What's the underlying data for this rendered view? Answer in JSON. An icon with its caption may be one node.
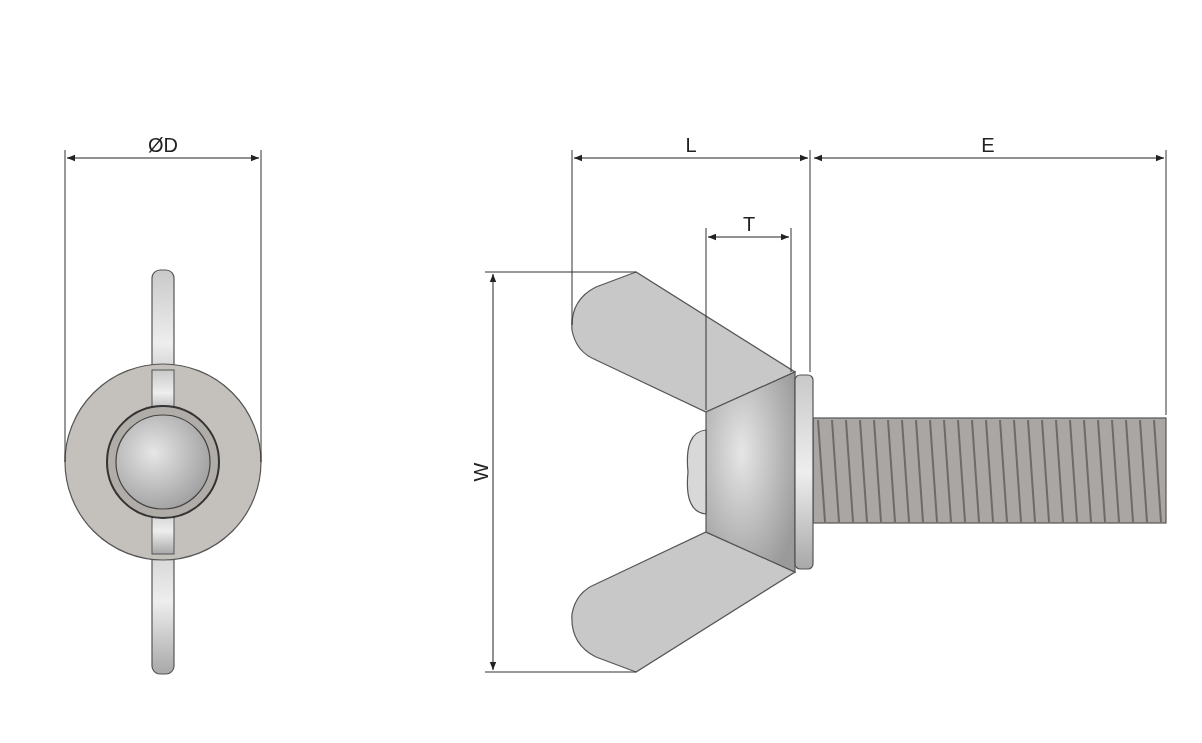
{
  "diagram": {
    "labels": [
      "ØD",
      "L",
      "E",
      "T",
      "W"
    ]
  }
}
